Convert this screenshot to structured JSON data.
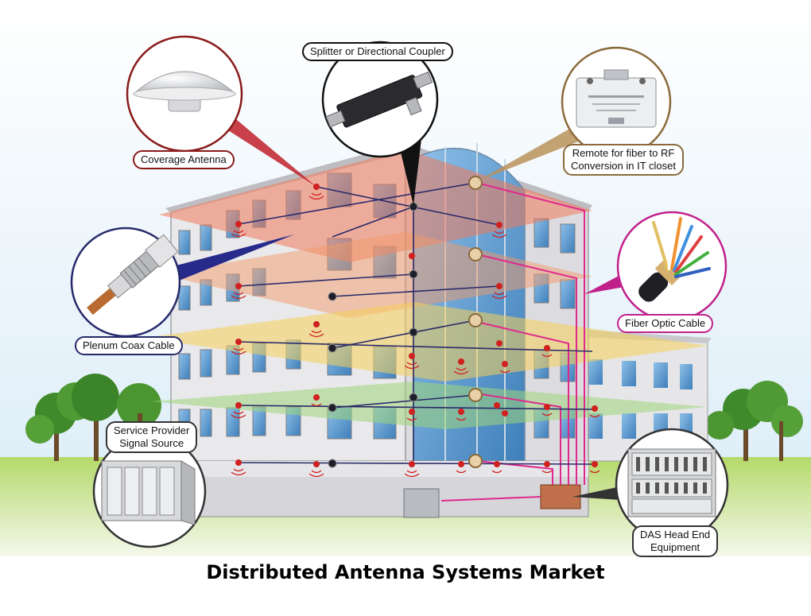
{
  "title": "Distributed Antenna Systems Market",
  "labels": {
    "splitter": "Splitter or Directional Coupler",
    "coverage_antenna": "Coverage Antenna",
    "remote_line1": "Remote for fiber to RF",
    "remote_line2": "Conversion in IT closet",
    "plenum_coax": "Plenum Coax Cable",
    "fiber_optic": "Fiber Optic Cable",
    "service_line1": "Service Provider",
    "service_line2": "Signal Source",
    "head_end_line1": "DAS Head End",
    "head_end_line2": "Equipment"
  },
  "colors": {
    "sky": "#dfeef8",
    "grass": "#9ccc4a",
    "building_wall": "#e8e8ea",
    "window": "#4f8fc9",
    "floor_top": "#f08a6a",
    "floor_second": "#f4a070",
    "floor_third": "#f5d56a",
    "floor_fourth": "#a8d88a",
    "fiber": "#e0288c",
    "coax": "#2a2a6a",
    "signal": "#d02020"
  }
}
